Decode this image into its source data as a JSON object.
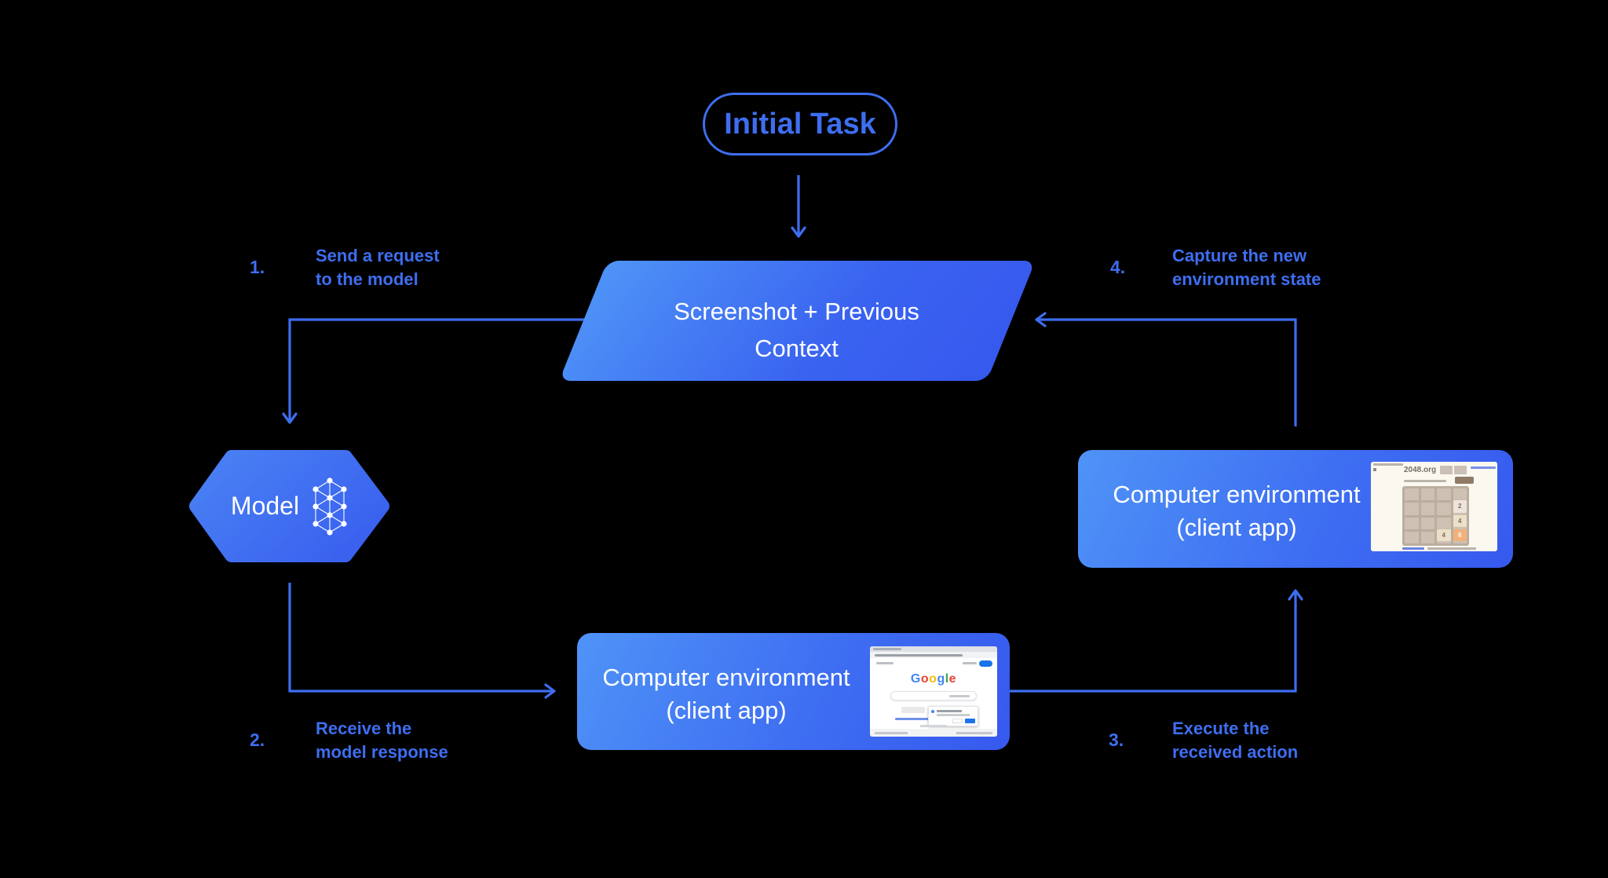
{
  "colors": {
    "background": "#000000",
    "accent_blue": "#3e6ef0",
    "shape_gradient_from": "#4f93f7",
    "shape_gradient_to": "#3659ee",
    "text_on_shape": "#ffffff"
  },
  "initial_task": {
    "label": "Initial Task"
  },
  "screenshot_context": {
    "line1": "Screenshot + Previous",
    "line2": "Context"
  },
  "model": {
    "label": "Model"
  },
  "env_bottom": {
    "line1": "Computer environment",
    "line2": "(client app)"
  },
  "env_right": {
    "line1": "Computer environment",
    "line2": "(client app)"
  },
  "steps": [
    {
      "num": "1.",
      "line1": "Send a request",
      "line2": "to the model"
    },
    {
      "num": "2.",
      "line1": "Receive the",
      "line2": "model response"
    },
    {
      "num": "3.",
      "line1": "Execute the",
      "line2": "received action"
    },
    {
      "num": "4.",
      "line1": "Capture the new",
      "line2": "environment state"
    }
  ],
  "google_thumb": {
    "logo_letters": [
      "G",
      "o",
      "o",
      "g",
      "l",
      "e"
    ]
  },
  "game_thumb": {
    "site": "2048.org",
    "tiles": [
      "2",
      "4",
      "4",
      "8"
    ]
  }
}
